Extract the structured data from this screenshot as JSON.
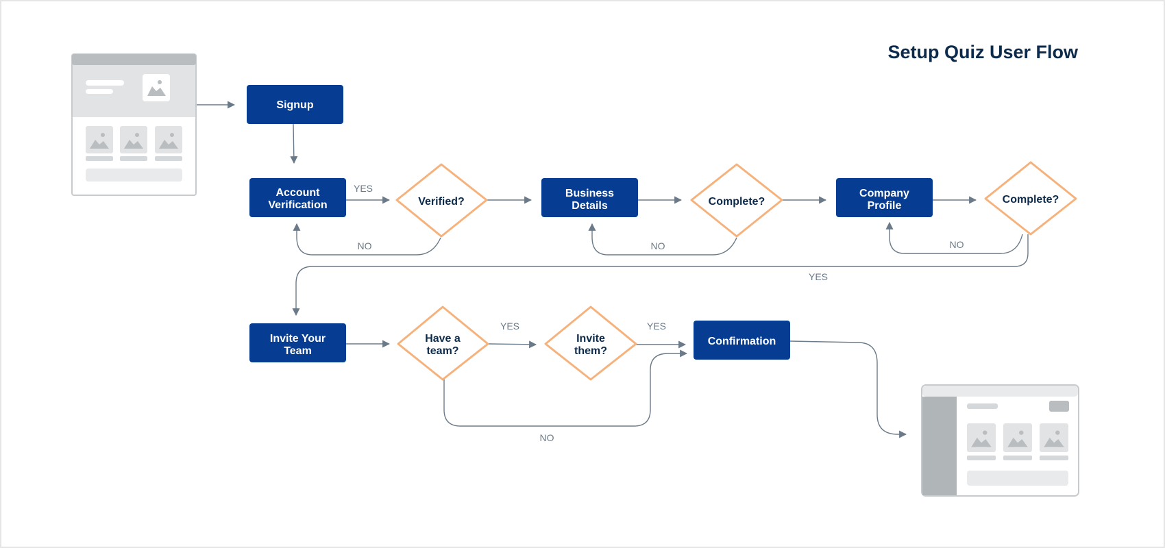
{
  "title": "Setup Quiz User Flow",
  "colors": {
    "process_fill": "#063d92",
    "decision_stroke": "#f6b27c",
    "connector": "#6b7a88",
    "title_text": "#0c2a4a",
    "decision_text": "#0c2a4a",
    "wireframe_gray": "#b9bdc0",
    "wireframe_light": "#e1e3e4"
  },
  "nodes": {
    "signup": [
      "Signup"
    ],
    "account_verification": [
      "Account",
      "Verification"
    ],
    "verified": [
      "Verified?"
    ],
    "business_details": [
      "Business",
      "Details"
    ],
    "complete_1": [
      "Complete?"
    ],
    "company_profile": [
      "Company",
      "Profile"
    ],
    "complete_2": [
      "Complete?"
    ],
    "invite_your_team": [
      "Invite Your",
      "Team"
    ],
    "have_a_team": [
      "Have a",
      "team?"
    ],
    "invite_them": [
      "Invite",
      "them?"
    ],
    "confirmation": [
      "Confirmation"
    ]
  },
  "edge_labels": {
    "verified_yes": "YES",
    "verified_no": "NO",
    "complete1_no": "NO",
    "complete2_no": "NO",
    "complete2_yes": "YES",
    "team_yes": "YES",
    "invite_yes": "YES",
    "team_no": "NO"
  },
  "icons": {
    "start_screen": "landing-page-wireframe-icon",
    "end_screen": "dashboard-wireframe-icon",
    "image_placeholder": "image-placeholder-icon"
  }
}
